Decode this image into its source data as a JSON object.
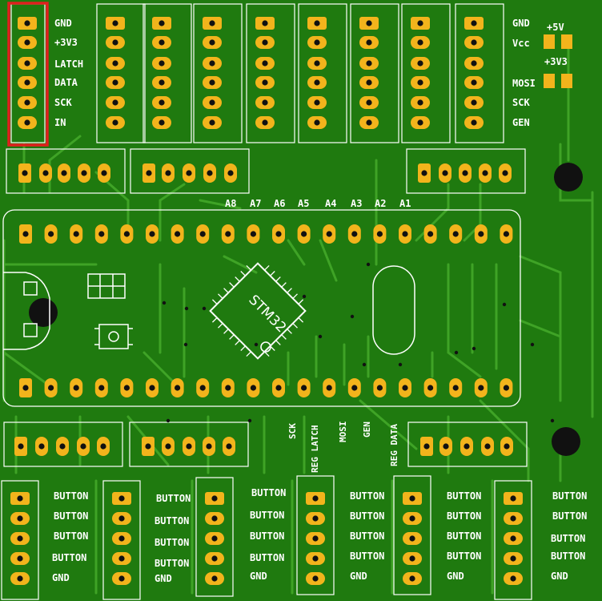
{
  "header_left": {
    "labels": [
      "GND",
      "+3V3",
      "LATCH",
      "DATA",
      "SCK",
      "IN"
    ]
  },
  "header_right": {
    "labels": [
      "GND",
      "Vcc",
      "MOSI",
      "SCK",
      "GEN"
    ]
  },
  "power_jumpers": {
    "label_5v": "+5V",
    "label_3v3": "+3V3"
  },
  "mcu": {
    "chip_label": "STM32",
    "top_pin_labels": [
      "A8",
      "A7",
      "A6",
      "A5",
      "A4",
      "A3",
      "A2",
      "A1"
    ],
    "bottom_pin_labels": [
      "SCK",
      "REG LATCH",
      "MOSI",
      "GEN",
      "REG DATA"
    ]
  },
  "button_headers": {
    "h1": [
      "BUTTON",
      "BUTTON",
      "BUTTON",
      "BUTTON",
      "GND"
    ],
    "h2": [
      "BUTTON",
      "BUTTON",
      "BUTTON",
      "BUTTON",
      "GND"
    ],
    "h3": [
      "BUTTON",
      "BUTTON",
      "BUTTON",
      "BUTTON",
      "GND"
    ],
    "h4": [
      "BUTTON",
      "BUTTON",
      "BUTTON",
      "BUTTON",
      "GND"
    ],
    "h5": [
      "BUTTON",
      "BUTTON",
      "BUTTON",
      "BUTTON",
      "GND"
    ],
    "h6": [
      "BUTTON",
      "BUTTON",
      "BUTTON",
      "BUTTON",
      "GND"
    ]
  },
  "colors": {
    "board": "#1f7a0f",
    "trace": "#3fa326",
    "pad": "#f2b41c",
    "silkscreen": "#ffffff",
    "highlight": "#e0201e",
    "hole": "#111111"
  }
}
